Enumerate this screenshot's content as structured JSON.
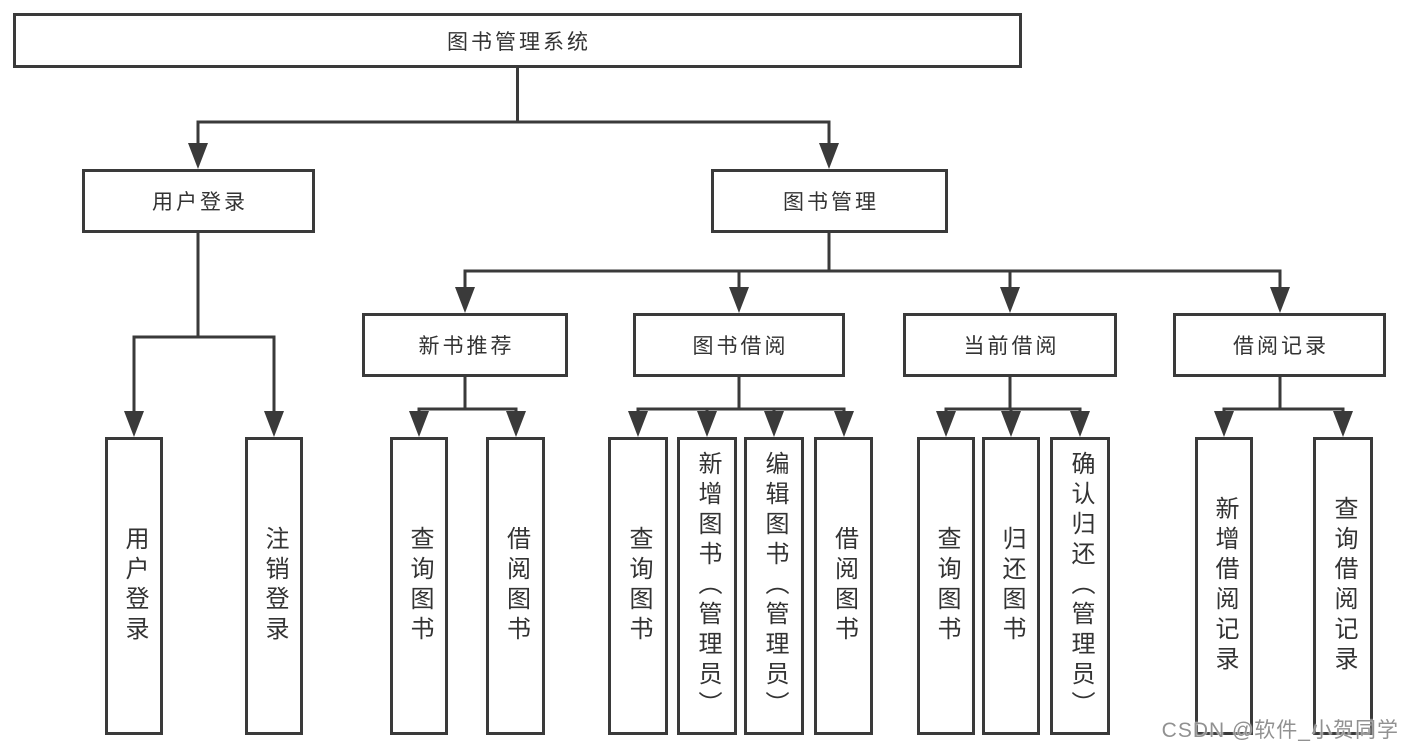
{
  "diagram": {
    "type": "hierarchy-tree",
    "title": "图书管理系统"
  },
  "nodes": [
    {
      "id": "library-management-system",
      "label": "图书管理系统",
      "parent": null
    },
    {
      "id": "user-login-branch",
      "label": "用户登录",
      "parent": "library-management-system"
    },
    {
      "id": "book-management-branch",
      "label": "图书管理",
      "parent": "library-management-system"
    },
    {
      "id": "new-book-recommendation",
      "label": "新书推荐",
      "parent": "book-management-branch"
    },
    {
      "id": "book-borrowing",
      "label": "图书借阅",
      "parent": "book-management-branch"
    },
    {
      "id": "current-borrowing",
      "label": "当前借阅",
      "parent": "book-management-branch"
    },
    {
      "id": "borrowing-records",
      "label": "借阅记录",
      "parent": "book-management-branch"
    },
    {
      "id": "leaf-user-login",
      "label": "用户登录",
      "parent": "user-login-branch"
    },
    {
      "id": "leaf-logout",
      "label": "注销登录",
      "parent": "user-login-branch"
    },
    {
      "id": "leaf-query-books-recommend",
      "label": "查询图书",
      "parent": "new-book-recommendation"
    },
    {
      "id": "leaf-borrow-books-recommend",
      "label": "借阅图书",
      "parent": "new-book-recommendation"
    },
    {
      "id": "leaf-query-books-borrowing",
      "label": "查询图书",
      "parent": "book-borrowing"
    },
    {
      "id": "leaf-add-books-admin",
      "label": "新增图书（管理员）",
      "parent": "book-borrowing"
    },
    {
      "id": "leaf-edit-books-admin",
      "label": "编辑图书（管理员）",
      "parent": "book-borrowing"
    },
    {
      "id": "leaf-borrow-books-borrowing",
      "label": "借阅图书",
      "parent": "book-borrowing"
    },
    {
      "id": "leaf-query-books-current",
      "label": "查询图书",
      "parent": "current-borrowing"
    },
    {
      "id": "leaf-return-books",
      "label": "归还图书",
      "parent": "current-borrowing"
    },
    {
      "id": "leaf-confirm-return-admin",
      "label": "确认归还（管理员）",
      "parent": "current-borrowing"
    },
    {
      "id": "leaf-add-borrow-record",
      "label": "新增借阅记录",
      "parent": "borrowing-records"
    },
    {
      "id": "leaf-query-borrow-record",
      "label": "查询借阅记录",
      "parent": "borrowing-records"
    }
  ],
  "watermark": "CSDN @软件_小贺同学",
  "colors": {
    "line": "#3a3a3a",
    "text": "#333333",
    "box_background": "#ffffff",
    "watermark": "#919191",
    "background": "#ffffff"
  }
}
